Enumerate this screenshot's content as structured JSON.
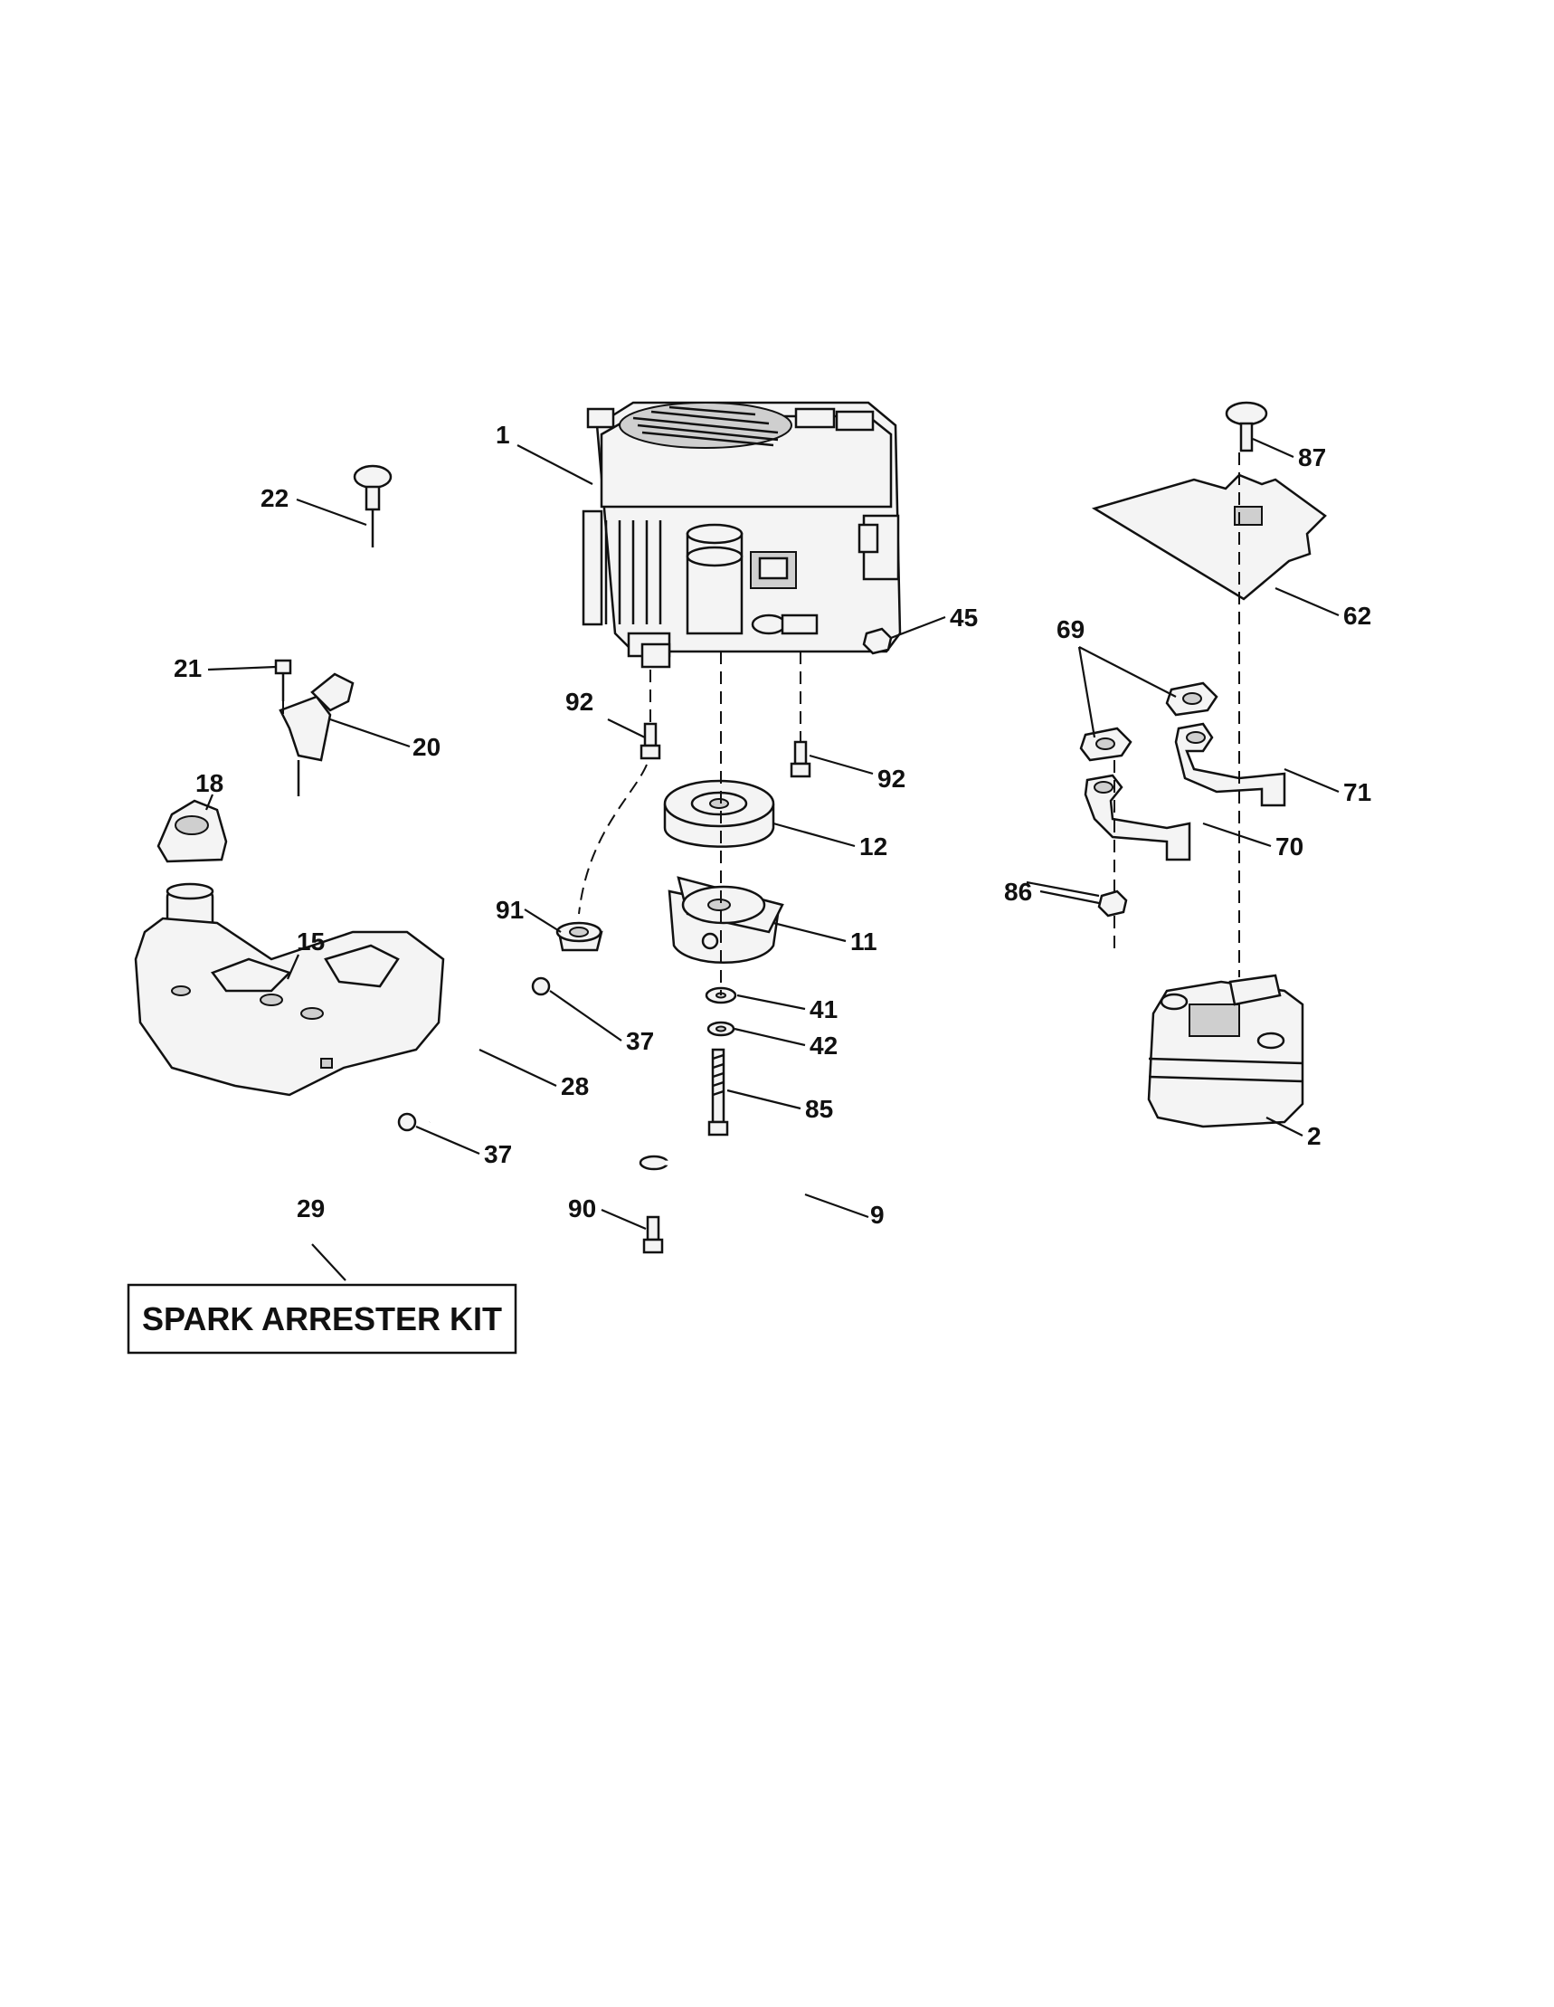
{
  "labels": {
    "p1": "1",
    "p2": "2",
    "p9": "9",
    "p11": "11",
    "p12": "12",
    "p15": "15",
    "p18": "18",
    "p20": "20",
    "p21": "21",
    "p22": "22",
    "p28": "28",
    "p29": "29",
    "p37a": "37",
    "p37b": "37",
    "p41": "41",
    "p42": "42",
    "p45": "45",
    "p62": "62",
    "p69": "69",
    "p70": "70",
    "p71": "71",
    "p85": "85",
    "p86": "86",
    "p87": "87",
    "p90": "90",
    "p91": "91",
    "p92a": "92",
    "p92b": "92"
  },
  "kit": {
    "label": "SPARK ARRESTER KIT"
  }
}
